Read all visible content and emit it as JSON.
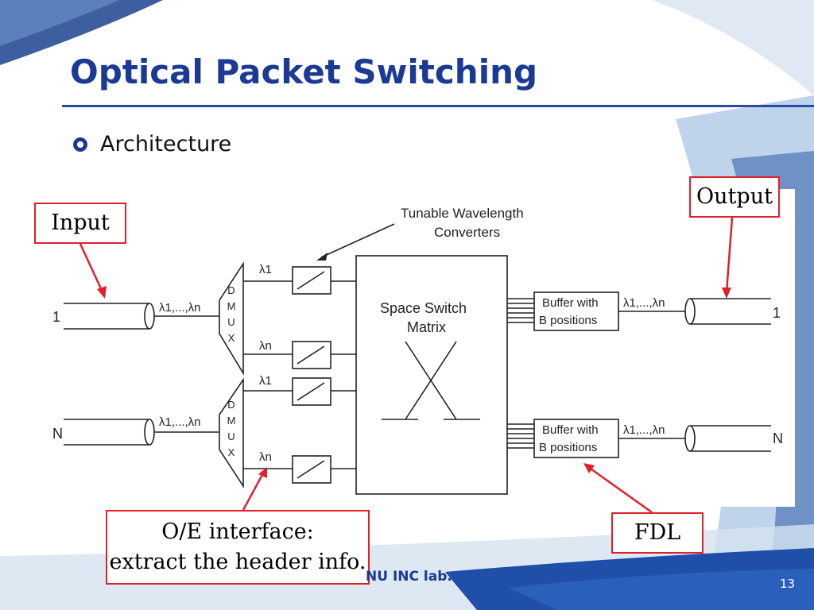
{
  "slide": {
    "title": "Optical Packet Switching",
    "bullet": "Architecture",
    "footer_lab": "NU INC lab.",
    "page_number": "13"
  },
  "diagram": {
    "tunable_label_line1": "Tunable Wavelength",
    "tunable_label_line2": "Converters",
    "switch_label_line1": "Space Switch",
    "switch_label_line2": "Matrix",
    "dmux_letters": [
      "D",
      "M",
      "U",
      "X"
    ],
    "input_port_top": "1",
    "input_port_bottom": "N",
    "output_port_top": "1",
    "output_port_bottom": "N",
    "lambda_range": "λ1,...,λn",
    "lambda_1": "λ1",
    "lambda_n": "λn",
    "lambda_sub_1": "1",
    "lambda_sub_n": "n",
    "lambda_symbol": "λ",
    "buffer_line1": "Buffer with",
    "buffer_line2": "B positions"
  },
  "callouts": {
    "input": "Input",
    "output": "Output",
    "oe_line1": "O/E interface:",
    "oe_line2": "extract the header info.",
    "fdl": "FDL"
  },
  "colors": {
    "title_blue": "#1a3a94",
    "callout_red": "#e0202a",
    "accent_blue": "#1f4fa8"
  }
}
